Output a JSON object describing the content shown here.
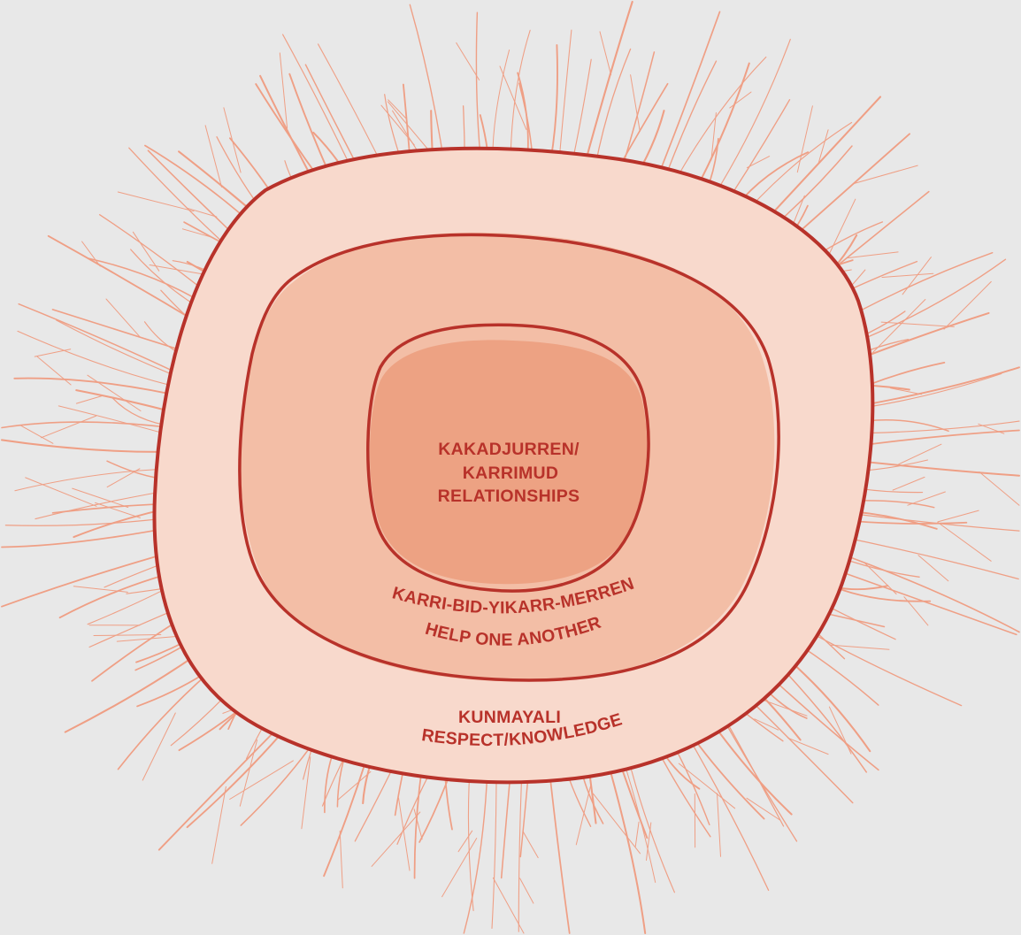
{
  "diagram": {
    "rings": [
      {
        "id": "outer",
        "lines": [
          "KUNMAYALI",
          "RESPECT/KNOWLEDGE"
        ]
      },
      {
        "id": "middle",
        "lines": [
          "KARRI-BID-YIKARR-MERREN",
          "HELP ONE ANOTHER"
        ]
      },
      {
        "id": "inner",
        "lines": [
          "KAKADJURREN/",
          "KARRIMUD",
          "RELATIONSHIPS"
        ]
      }
    ]
  },
  "colors": {
    "background": "#e8e8e8",
    "outline": "#b8322a",
    "outer_fill": "#f8d9cc",
    "middle_fill": "#f3bea6",
    "inner_fill": "#eda283",
    "roots": "#ef9f85",
    "text": "#b8322a"
  }
}
